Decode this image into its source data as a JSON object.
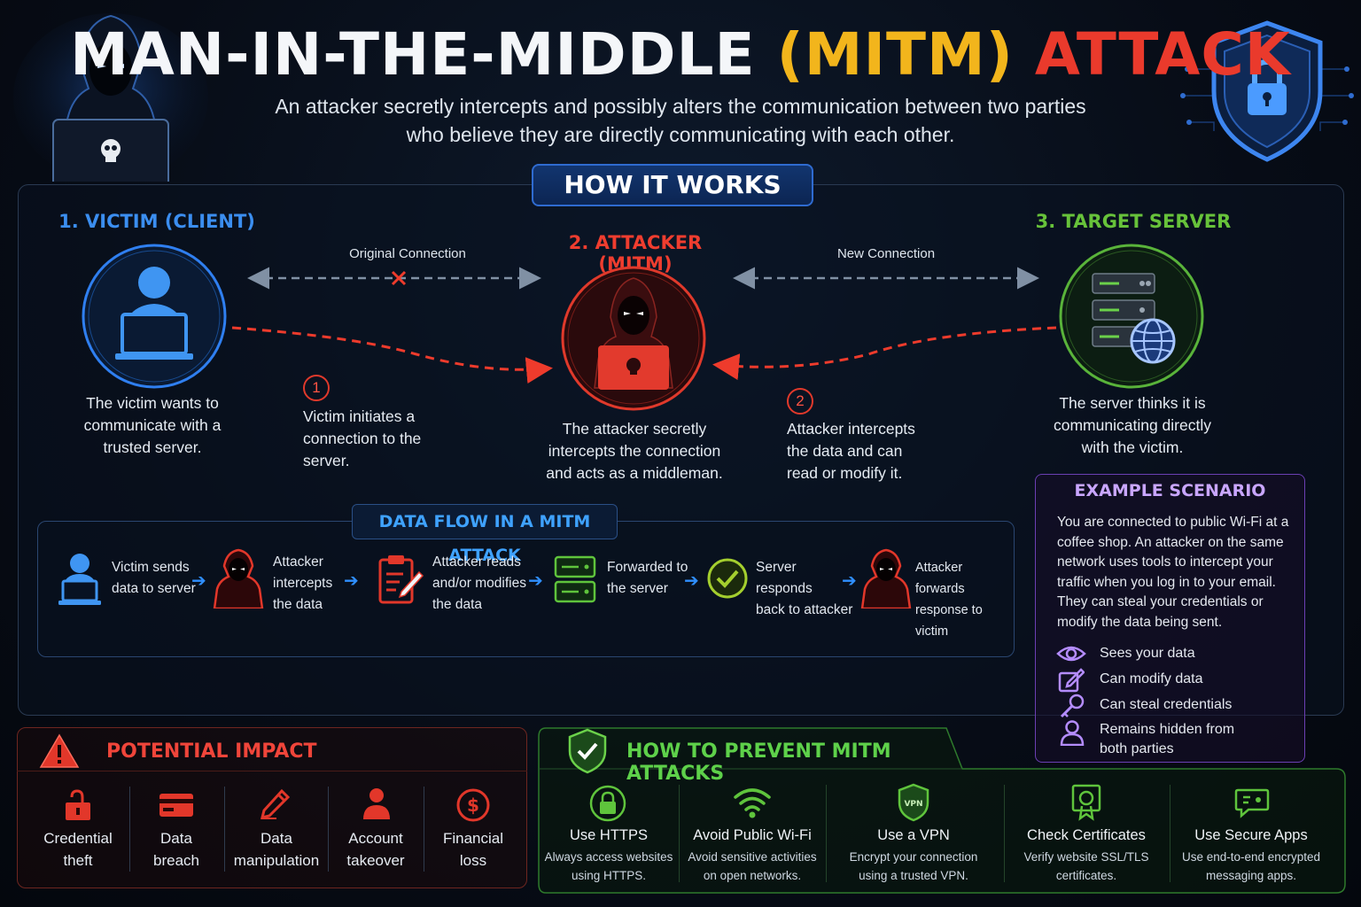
{
  "header": {
    "title_part1": "MAN-IN-THE-MIDDLE",
    "title_part2": "(MITM)",
    "title_part3": "ATTACK",
    "subtitle_line1": "An attacker secretly intercepts and possibly alters the communication between two parties",
    "subtitle_line2": "who believe they are directly communicating with each other."
  },
  "how_it_works": {
    "label": "HOW IT WORKS",
    "victim": {
      "role": "1. VICTIM (CLIENT)",
      "desc_lines": [
        "The victim wants to",
        "communicate with a",
        "trusted server."
      ]
    },
    "attacker": {
      "role": "2. ATTACKER (MITM)",
      "desc_lines": [
        "The attacker secretly",
        "intercepts the connection",
        "and acts as a middleman."
      ]
    },
    "server": {
      "role": "3. TARGET SERVER",
      "desc_lines": [
        "The server thinks it is",
        "communicating directly",
        "with the victim."
      ]
    },
    "original_connection": "Original Connection",
    "new_connection": "New Connection",
    "step1": {
      "num": "1",
      "lines": [
        "Victim initiates a",
        "connection to the",
        "server."
      ]
    },
    "step2": {
      "num": "2",
      "lines": [
        "Attacker intercepts",
        "the data and can",
        "read or modify it."
      ]
    }
  },
  "data_flow": {
    "title": "DATA FLOW IN A MITM ATTACK",
    "steps": [
      {
        "icon": "user-laptop-icon",
        "lines": [
          "Victim sends",
          "data to server"
        ]
      },
      {
        "icon": "hacker-icon",
        "lines": [
          "Attacker",
          "intercepts",
          "the data"
        ]
      },
      {
        "icon": "clipboard-edit-icon",
        "lines": [
          "Attacker reads",
          "and/or modifies",
          "the data"
        ]
      },
      {
        "icon": "server-icon",
        "lines": [
          "Forwarded to",
          "the server"
        ]
      },
      {
        "icon": "check-circle-icon",
        "lines": [
          "Server responds",
          "back to attacker"
        ]
      },
      {
        "icon": "hacker-icon",
        "lines": [
          "Attacker forwards",
          "response to victim"
        ]
      }
    ]
  },
  "example": {
    "title": "EXAMPLE SCENARIO",
    "body_lines": [
      "You are connected to public Wi-Fi at a",
      "coffee shop. An attacker on the same",
      "network uses tools to intercept your",
      "traffic when you log in to your email.",
      "They can steal your credentials or",
      "modify the data being sent."
    ],
    "items": [
      {
        "icon": "eye-icon",
        "label": "Sees your data"
      },
      {
        "icon": "edit-icon",
        "label": "Can modify data"
      },
      {
        "icon": "key-icon",
        "label": "Can steal credentials"
      },
      {
        "icon": "user-icon",
        "label": "Remains hidden from",
        "label2": "both parties"
      }
    ]
  },
  "impact": {
    "title": "POTENTIAL IMPACT",
    "items": [
      {
        "icon": "unlock-icon",
        "l1": "Credential",
        "l2": "theft"
      },
      {
        "icon": "credit-card-icon",
        "l1": "Data",
        "l2": "breach"
      },
      {
        "icon": "pencil-icon",
        "l1": "Data",
        "l2": "manipulation"
      },
      {
        "icon": "person-icon",
        "l1": "Account",
        "l2": "takeover"
      },
      {
        "icon": "dollar-icon",
        "l1": "Financial",
        "l2": "loss"
      }
    ]
  },
  "prevent": {
    "title": "HOW TO PREVENT MITM ATTACKS",
    "items": [
      {
        "icon": "lock-icon",
        "head": "Use HTTPS",
        "l1": "Always access websites",
        "l2": "using HTTPS."
      },
      {
        "icon": "wifi-icon",
        "head": "Avoid Public Wi-Fi",
        "l1": "Avoid sensitive activities",
        "l2": "on open networks."
      },
      {
        "icon": "vpn-shield-icon",
        "head": "Use a VPN",
        "l1": "Encrypt your connection",
        "l2": "using a trusted VPN.",
        "badge": "VPN"
      },
      {
        "icon": "certificate-icon",
        "head": "Check Certificates",
        "l1": "Verify website SSL/TLS",
        "l2": "certificates."
      },
      {
        "icon": "secure-chat-icon",
        "head": "Use Secure Apps",
        "l1": "Use end-to-end encrypted",
        "l2": "messaging apps."
      }
    ]
  },
  "colors": {
    "victim": "#3b8ef0",
    "attacker": "#e8392b",
    "server": "#67c23a",
    "title_yellow": "#f2b51c",
    "example_purple": "#b48cff"
  }
}
